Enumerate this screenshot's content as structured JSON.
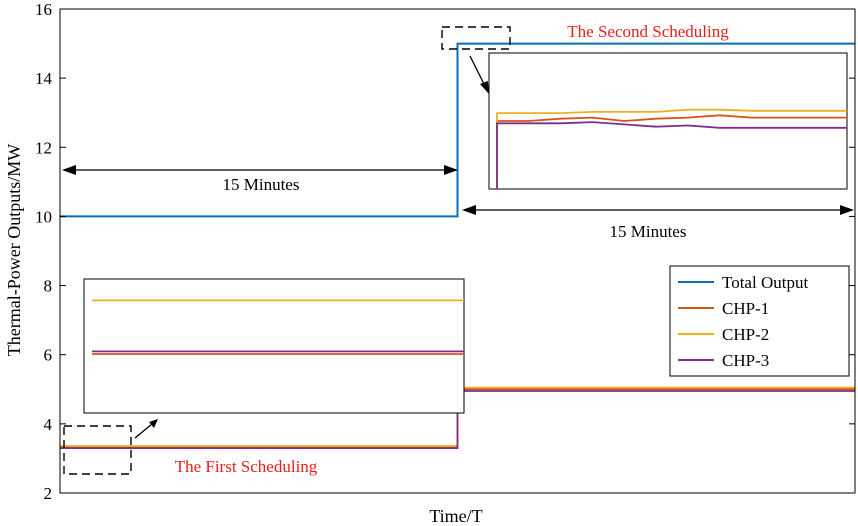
{
  "chart_data": {
    "type": "line",
    "xlabel": "Time/T",
    "ylabel": "Thermal-Power Outputs/MW",
    "xlim": [
      0,
      60
    ],
    "ylim": [
      2,
      16
    ],
    "yticks": [
      2,
      4,
      6,
      8,
      10,
      12,
      14,
      16
    ],
    "grid": false,
    "legend_position": "right, lower-middle",
    "series": [
      {
        "name": "Total Output",
        "color": "#0072BD",
        "x": [
          0,
          30,
          30,
          60
        ],
        "y": [
          10,
          10,
          15,
          15
        ]
      },
      {
        "name": "CHP-1",
        "color": "#D95319",
        "x": [
          0,
          30,
          30,
          60
        ],
        "y": [
          3.32,
          3.32,
          5.0,
          5.0
        ]
      },
      {
        "name": "CHP-2",
        "color": "#EDB120",
        "x": [
          0,
          30,
          30,
          60
        ],
        "y": [
          3.36,
          3.36,
          5.05,
          5.05
        ]
      },
      {
        "name": "CHP-3",
        "color": "#7E2F8E",
        "x": [
          0,
          30,
          30,
          60
        ],
        "y": [
          3.3,
          3.3,
          4.95,
          4.95
        ]
      }
    ],
    "annotations": {
      "first_scheduling": "The First Scheduling",
      "second_scheduling": "The Second Scheduling",
      "interval_1": "15 Minutes",
      "interval_2": "15 Minutes",
      "annotation_color": "#e8201c"
    },
    "insets": [
      {
        "name": "second-scheduling-inset",
        "x_range": [
          30,
          32
        ],
        "y_range": [
          4.4,
          5.6
        ],
        "series": [
          {
            "name": "CHP-1",
            "y": [
              4.1,
              5.0,
              5.02,
              5.03,
              5.0,
              5.02,
              5.03,
              5.05,
              5.03,
              5.03,
              5.03,
              5.03
            ]
          },
          {
            "name": "CHP-2",
            "y": [
              4.1,
              5.07,
              5.07,
              5.08,
              5.08,
              5.08,
              5.1,
              5.1,
              5.09,
              5.09,
              5.09,
              5.09
            ]
          },
          {
            "name": "CHP-3",
            "y": [
              4.1,
              4.98,
              4.98,
              4.99,
              4.97,
              4.95,
              4.96,
              4.94,
              4.94,
              4.94,
              4.94,
              4.94
            ]
          }
        ]
      },
      {
        "name": "first-scheduling-inset",
        "x_range": [
          0,
          5
        ],
        "y_range": [
          3.2,
          3.45
        ],
        "series": [
          {
            "name": "CHP-1",
            "y": [
              3.31,
              3.31
            ]
          },
          {
            "name": "CHP-2",
            "y": [
              3.41,
              3.41
            ]
          },
          {
            "name": "CHP-3",
            "y": [
              3.315,
              3.315
            ]
          }
        ]
      }
    ]
  }
}
